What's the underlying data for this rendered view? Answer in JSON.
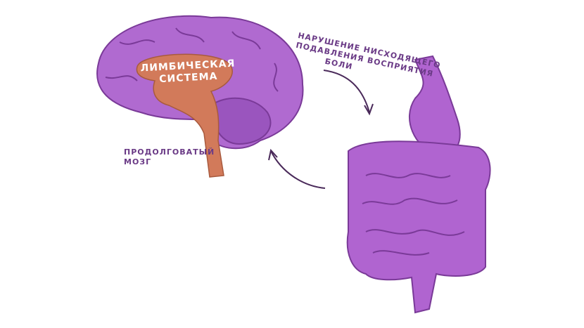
{
  "labels": {
    "limbic_line1": "ЛИМБИЧЕСКАЯ",
    "limbic_line2": "СИСТЕМА",
    "medulla_line1": "ПРОДОЛГОВАТЫЙ",
    "medulla_line2": "МОЗГ",
    "pain_line1": "НАРУШЕНИЕ НИСХОДЯЩЕГО",
    "pain_line2": "ПОДАВЛЕНИЯ ВОСПРИЯТИЯ",
    "pain_line3": "БОЛИ"
  },
  "colors": {
    "brain": "#b06ad0",
    "brain_dark": "#7a3a98",
    "limbic": "#d27a5a",
    "gut": "#b064d0",
    "text": "#6a3a86"
  }
}
